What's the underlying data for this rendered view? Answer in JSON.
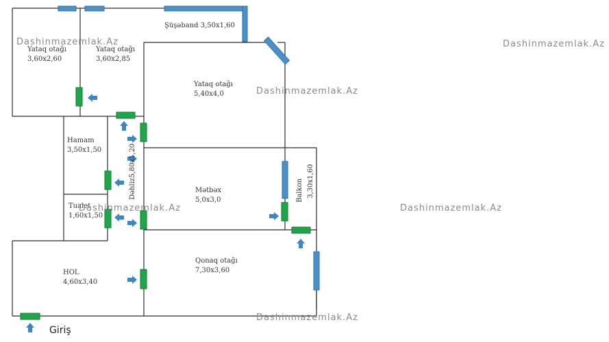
{
  "rooms": {
    "bedroom1": {
      "name": "Yataq otağı",
      "size": "3,60x2,60"
    },
    "bedroom2": {
      "name": "Yataq otağı",
      "size": "3,60x2,85"
    },
    "balcony_top": {
      "label": "Şüşəband 3,50x1,60"
    },
    "bedroom3": {
      "name": "Yataq otağı",
      "size": "5,40x4,0"
    },
    "bath": {
      "name": "Hamam",
      "size": "3,50x1,50"
    },
    "toilet": {
      "name": "Tualet",
      "size": "1,60x1,50"
    },
    "corridor": {
      "name": "Dəhliz",
      "size": "5,80x1,20"
    },
    "kitchen": {
      "name": "Mətbəx",
      "size": "5,0x3,0"
    },
    "balcony_side": {
      "name": "Balkon",
      "size": "3,30x1,60"
    },
    "hall": {
      "name": "HOL",
      "size": "4,60x3,40"
    },
    "living": {
      "name": "Qonaq otağı",
      "size": "7,30x3,60"
    }
  },
  "entrance": {
    "label": "Giriş"
  },
  "watermark": "Dashinmazemlak.Az",
  "colors": {
    "window": "#4a90c9",
    "door": "#1fa64a",
    "arrow": "#3a86c8",
    "wall": "#2b2b2b"
  }
}
